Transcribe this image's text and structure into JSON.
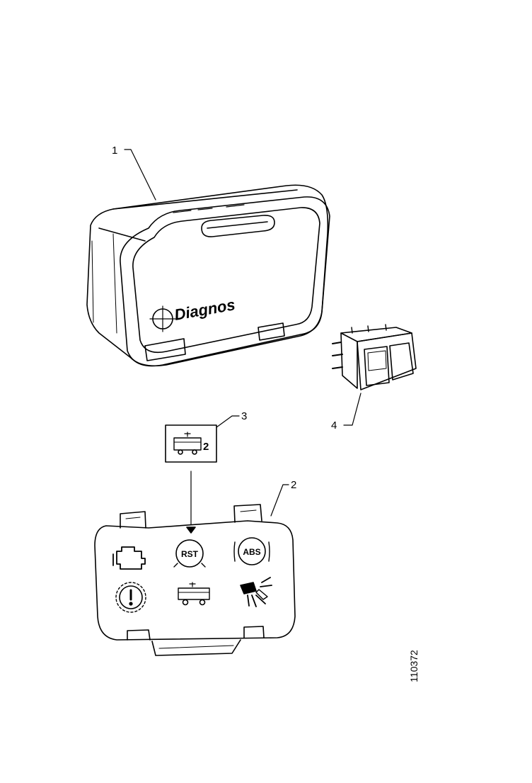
{
  "callouts": {
    "part_1": "1",
    "part_2": "2",
    "part_3": "3",
    "part_4": "4"
  },
  "figure_reference": "110372",
  "logo_text": "Diagnos",
  "warning_symbols": {
    "rst": "RST",
    "abs": "ABS",
    "insert_number": "2"
  },
  "icons": [
    "engine-warning-icon",
    "rst-icon",
    "abs-icon",
    "brake-warning-icon",
    "trailer-icon",
    "lighting-fault-icon",
    "trailer-axle-2-icon"
  ],
  "colors": {
    "line": "#000000",
    "background": "#ffffff"
  }
}
